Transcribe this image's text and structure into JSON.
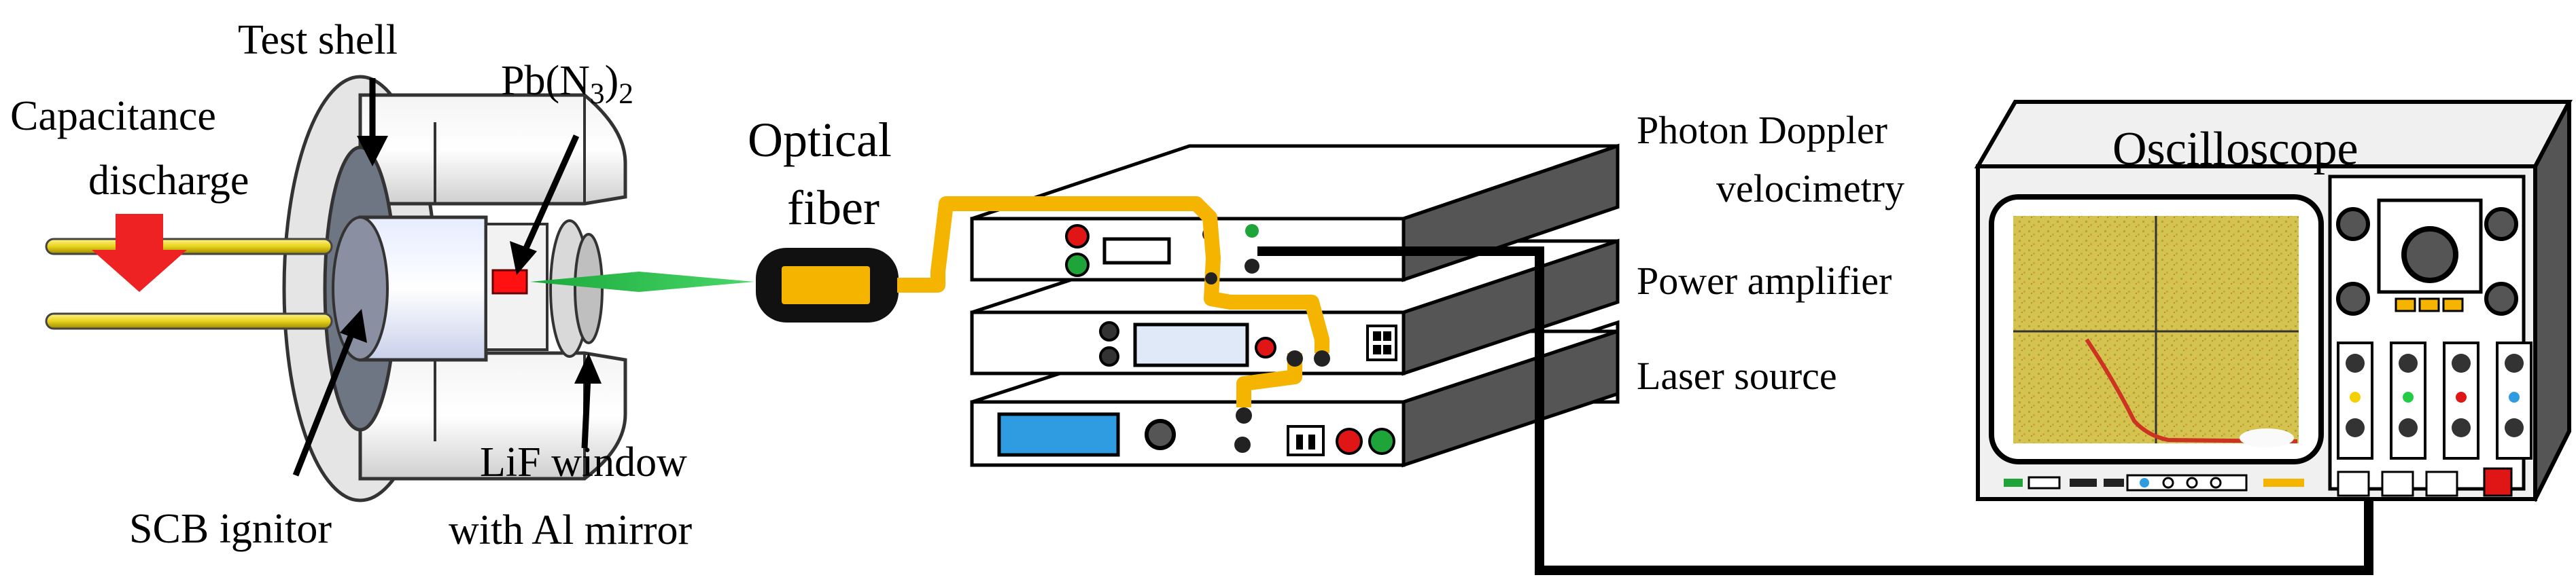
{
  "labels": {
    "test_shell": "Test shell",
    "capacitance_line1": "Capacitance",
    "capacitance_line2": "discharge",
    "lead_azide_main": "Pb(N",
    "lead_azide_sub3": "3",
    "lead_azide_close": ")",
    "lead_azide_sub2": "2",
    "optical_line1": "Optical",
    "optical_line2": "fiber",
    "pdv_line1": "Photon Doppler",
    "pdv_line2": "velocimetry",
    "power_amplifier": "Power amplifier",
    "laser_source": "Laser source",
    "oscilloscope": "Oscilloscope",
    "lif_line1": "LiF window",
    "lif_line2": "with Al mirror",
    "scb_ignitor": "SCB ignitor"
  },
  "colors": {
    "fiber": "#f5b400",
    "arrow": "#ee2222",
    "beam": "#22bb44",
    "charge": "#ff1111",
    "screen": "#d2c24e",
    "trace": "#cc3322",
    "panel_face": "#ffffff",
    "panel_side": "#555555",
    "display_blue": "#2f9be0"
  },
  "icons": {
    "arrow": "down-arrow-icon",
    "pointer": "pointer-arrow-icon"
  }
}
